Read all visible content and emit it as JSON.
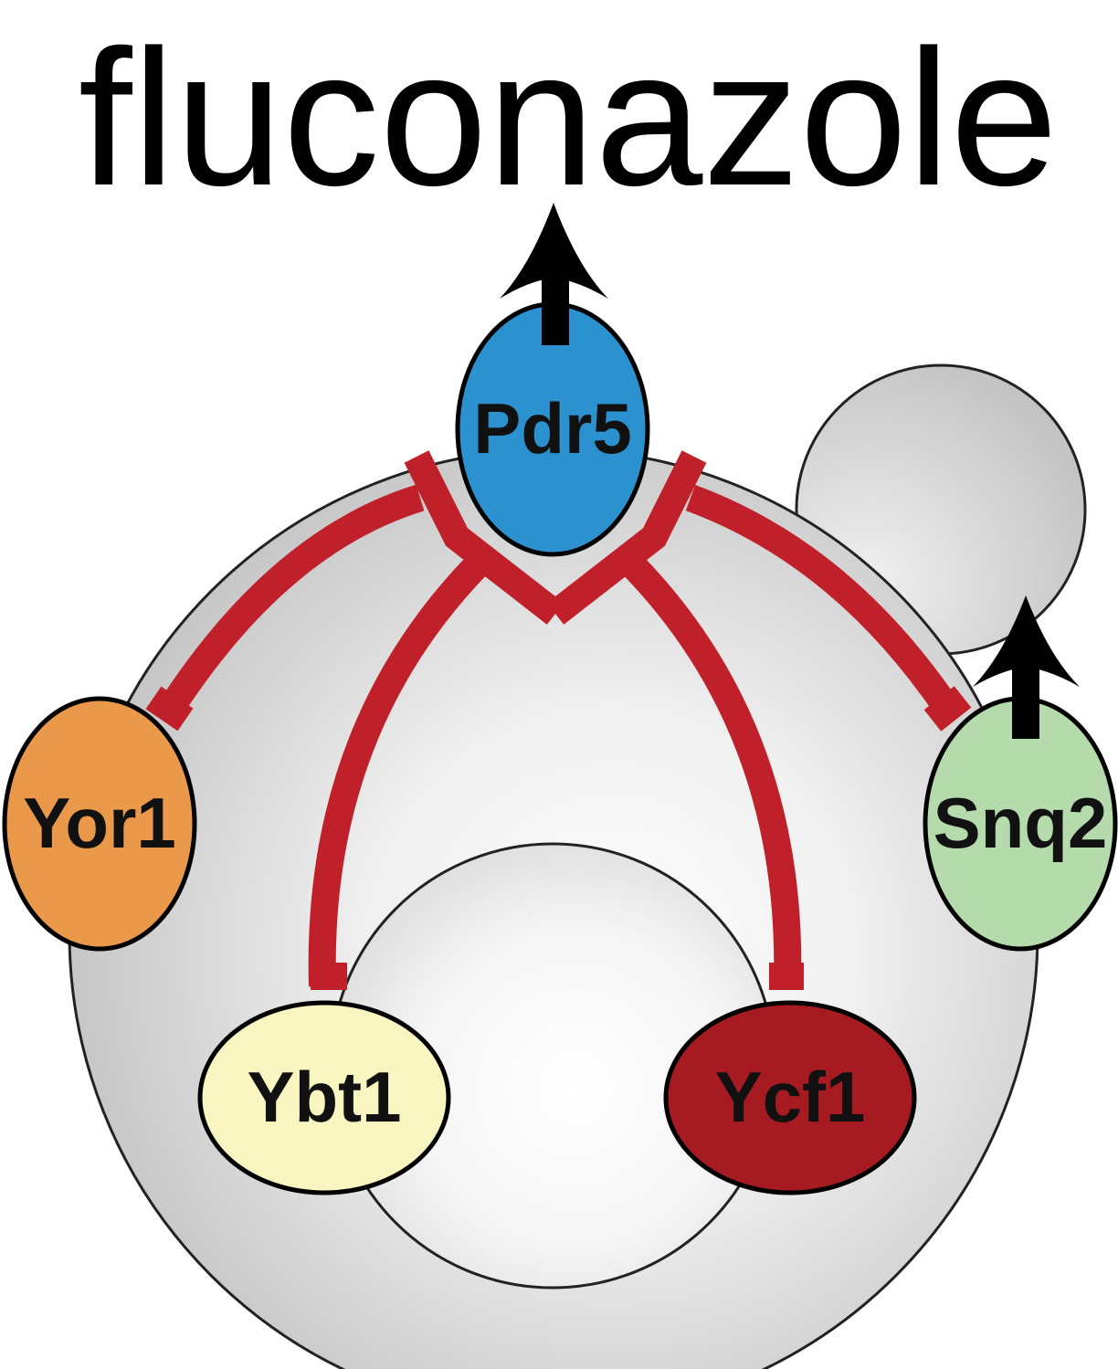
{
  "title": "fluconazole",
  "nodes": {
    "pdr5": {
      "label": "Pdr5",
      "color": "#2B92CF"
    },
    "yor1": {
      "label": "Yor1",
      "color": "#EA984A"
    },
    "snq2": {
      "label": "Snq2",
      "color": "#B5DBAC"
    },
    "ybt1": {
      "label": "Ybt1",
      "color": "#F8F5C0"
    },
    "ycf1": {
      "label": "Ycf1",
      "color": "#A51B21"
    }
  },
  "colors": {
    "inhibition": "#C0202A",
    "arrow": "#000000",
    "cell": "#D4D4D4"
  },
  "relations": [
    {
      "from": "Yor1",
      "to": "Pdr5",
      "type": "inhibits"
    },
    {
      "from": "Snq2",
      "to": "Pdr5",
      "type": "inhibits"
    },
    {
      "from": "Ybt1",
      "to": "Pdr5",
      "type": "inhibits"
    },
    {
      "from": "Ycf1",
      "to": "Pdr5",
      "type": "inhibits"
    },
    {
      "from": "Pdr5",
      "to": "fluconazole",
      "type": "exports"
    },
    {
      "from": "Snq2",
      "to": "fluconazole",
      "type": "exports"
    }
  ]
}
